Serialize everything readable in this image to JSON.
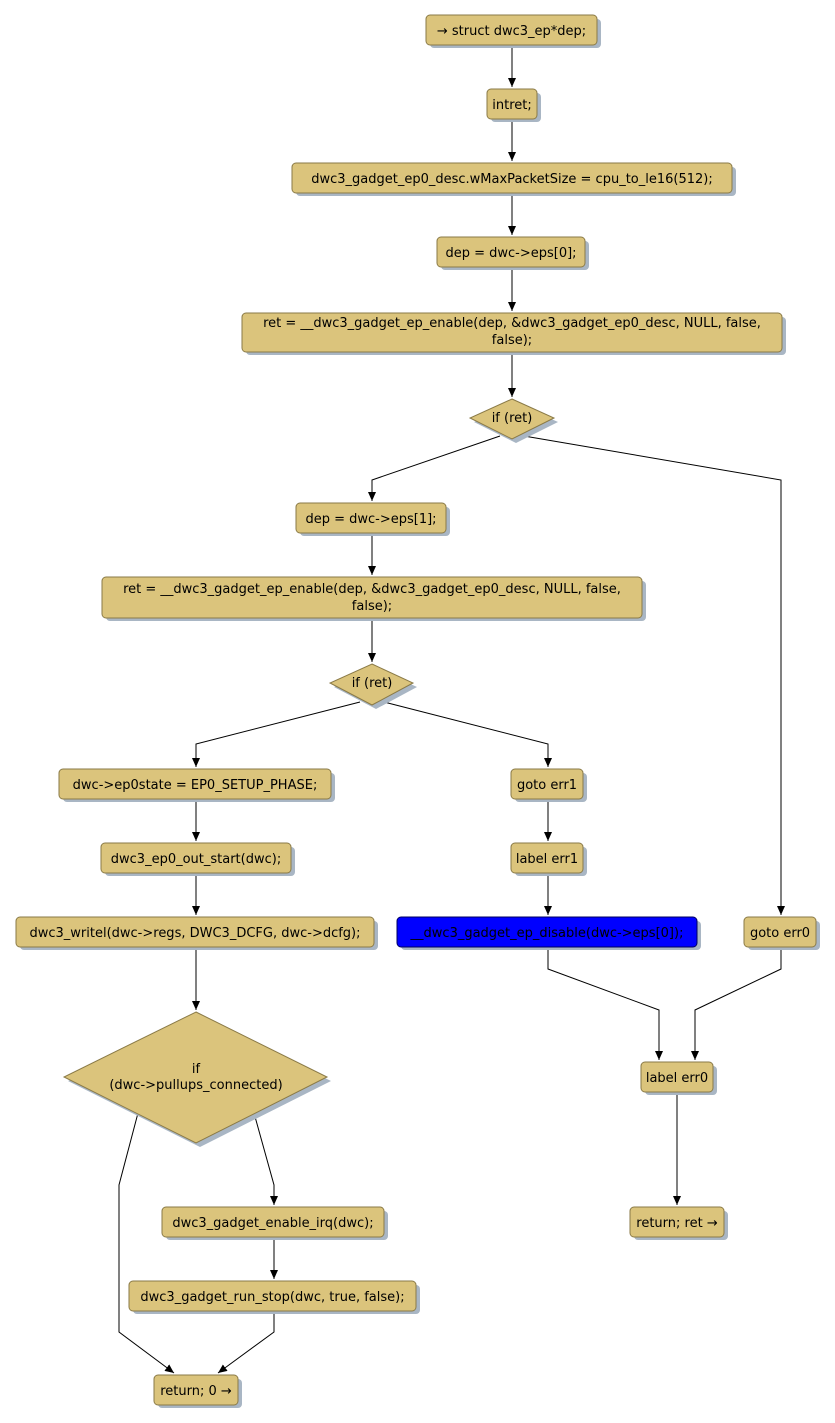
{
  "colors": {
    "node_fill": "#dbc47c",
    "node_border": "#8a7a47",
    "highlight": "#0000ff",
    "edge": "#000000"
  },
  "nodes": {
    "n1": "→ struct dwc3_ep*dep;",
    "n2": "intret;",
    "n3": "dwc3_gadget_ep0_desc.wMaxPacketSize = cpu_to_le16(512);",
    "n4": "dep = dwc->eps[0];",
    "n5": [
      "ret = __dwc3_gadget_ep_enable(dep, &dwc3_gadget_ep0_desc, NULL, false,",
      "false);"
    ],
    "d1": "if (ret)",
    "n6": "dep = dwc->eps[1];",
    "n7": [
      "ret = __dwc3_gadget_ep_enable(dep, &dwc3_gadget_ep0_desc, NULL, false,",
      "false);"
    ],
    "d2": "if (ret)",
    "n8": "dwc->ep0state = EP0_SETUP_PHASE;",
    "n9": "dwc3_ep0_out_start(dwc);",
    "n10": "dwc3_writel(dwc->regs, DWC3_DCFG, dwc->dcfg);",
    "d3": [
      "if",
      "(dwc->pullups_connected)"
    ],
    "n11": "dwc3_gadget_enable_irq(dwc);",
    "n12": "dwc3_gadget_run_stop(dwc, true, false);",
    "n13": "return; 0 →",
    "n14": "goto err1",
    "n15": "label err1",
    "n16": "__dwc3_gadget_ep_disable(dwc->eps[0]);",
    "n17": "goto err0",
    "n18": "label err0",
    "n19": "return; ret →"
  }
}
